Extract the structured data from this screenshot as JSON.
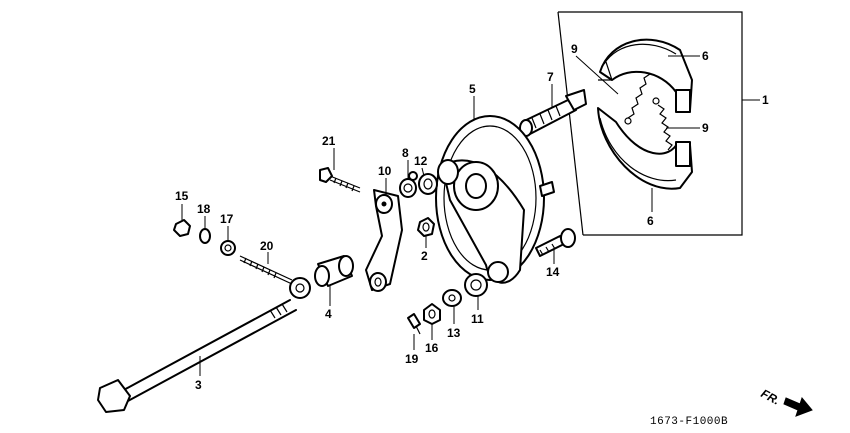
{
  "labels": {
    "l1": "1",
    "l2": "2",
    "l3": "3",
    "l4": "4",
    "l5": "5",
    "l6a": "6",
    "l6b": "6",
    "l7": "7",
    "l8": "8",
    "l9a": "9",
    "l9b": "9",
    "l10": "10",
    "l11": "11",
    "l12": "12",
    "l13": "13",
    "l14": "14",
    "l15": "15",
    "l16": "16",
    "l17": "17",
    "l18": "18",
    "l19": "19",
    "l20": "20",
    "l21": "21"
  },
  "direction": "FR.",
  "drawing_code": "1673-F1000B"
}
